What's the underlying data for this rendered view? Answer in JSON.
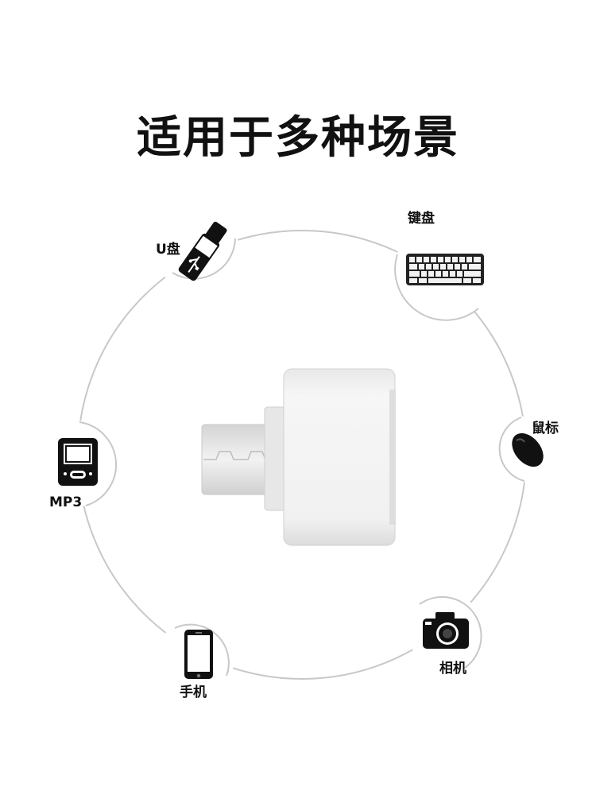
{
  "title": "适用于多种场景",
  "devices": [
    {
      "id": "udisk",
      "label": "U盘",
      "icon": "usb-flash-drive-icon"
    },
    {
      "id": "keyboard",
      "label": "键盘",
      "icon": "keyboard-icon"
    },
    {
      "id": "mouse",
      "label": "鼠标",
      "icon": "mouse-icon"
    },
    {
      "id": "camera",
      "label": "相机",
      "icon": "camera-icon"
    },
    {
      "id": "phone",
      "label": "手机",
      "icon": "phone-icon"
    },
    {
      "id": "mp3",
      "label": "MP3",
      "icon": "mp3-player-icon"
    }
  ],
  "colors": {
    "ring": "#c8c8c8",
    "adapter_body": "#f1f1f1",
    "adapter_shade": "#dcdcdc",
    "icon": "#111111"
  }
}
